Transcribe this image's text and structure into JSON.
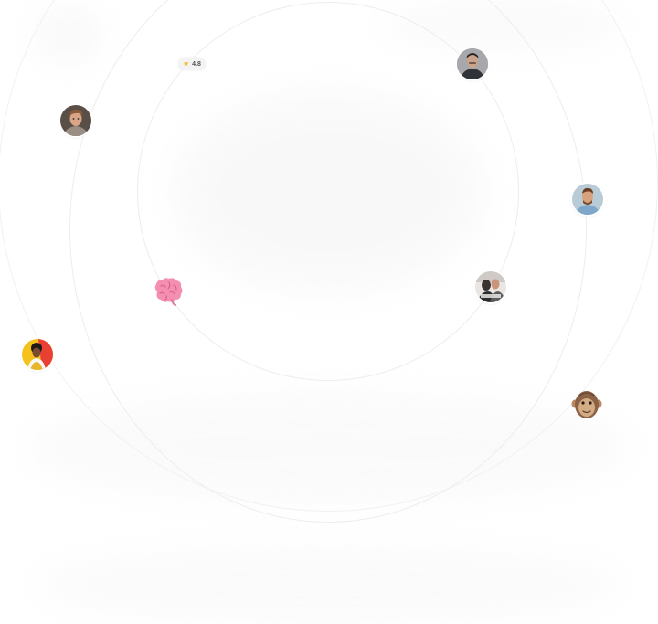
{
  "rating": {
    "value": "4.8",
    "icon": "star-icon",
    "icon_color": "#f5b50a"
  },
  "avatars": [
    {
      "name": "avatar-man-dark-hair",
      "bg": "#7d7f83"
    },
    {
      "name": "avatar-man-brown-hair",
      "bg": "#8a6b56"
    },
    {
      "name": "avatar-man-blue-shirt",
      "bg": "#9fb6c6"
    },
    {
      "name": "avatar-group-photo",
      "bg": "#6b6b6b"
    },
    {
      "name": "avatar-woman-yellow-bg",
      "bg": "#f2c012"
    }
  ],
  "emojis": [
    "brain-icon",
    "monkey-face-icon"
  ],
  "colors": {
    "background": "#ffffff",
    "orbit_line": "#ededed",
    "brain": "#f48fb1"
  }
}
